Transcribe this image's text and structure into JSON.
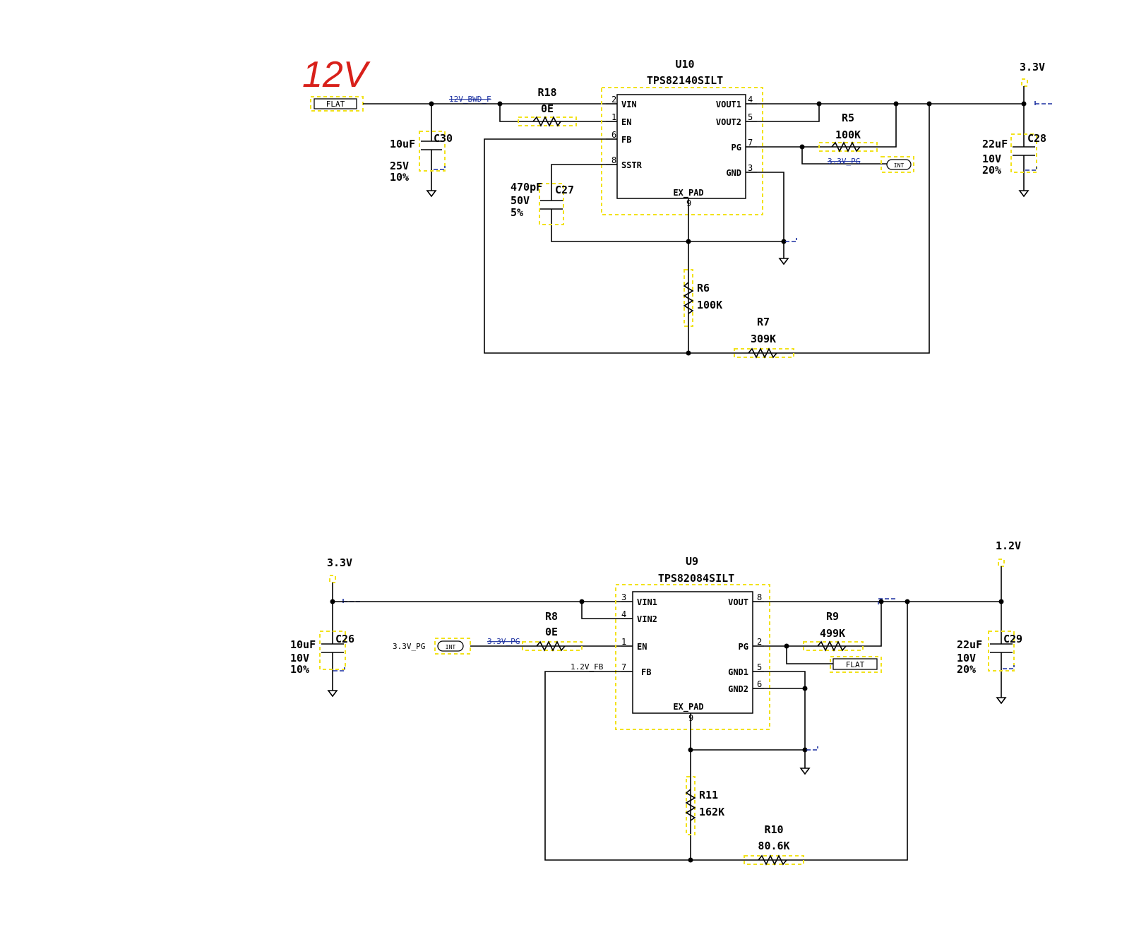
{
  "annotation": {
    "text": "12V",
    "color": "#d8201a"
  },
  "colors": {
    "wire": "#000000",
    "selection": "#f2e21b",
    "net_label": "#1a2fa0"
  },
  "top_circuit": {
    "ic": {
      "ref": "U10",
      "part": "TPS82140SILT",
      "pins_left": [
        {
          "num": "2",
          "name": "VIN"
        },
        {
          "num": "1",
          "name": "EN"
        },
        {
          "num": "6",
          "name": "FB"
        },
        {
          "num": "8",
          "name": "SSTR"
        }
      ],
      "pins_right": [
        {
          "num": "4",
          "name": "VOUT1"
        },
        {
          "num": "5",
          "name": "VOUT2"
        },
        {
          "num": "7",
          "name": "PG"
        },
        {
          "num": "3",
          "name": "GND"
        }
      ],
      "pad": {
        "num": "9",
        "name": "EX_PAD"
      }
    },
    "input_connector": "FLAT",
    "input_net": "12V_BWD_F",
    "output_rail": "3.3V",
    "pg_connector": "INT",
    "pg_net": "3.3V_PG",
    "R18": {
      "ref": "R18",
      "value": "0E"
    },
    "R5": {
      "ref": "R5",
      "value": "100K"
    },
    "R6": {
      "ref": "R6",
      "value": "100K"
    },
    "R7": {
      "ref": "R7",
      "value": "309K"
    },
    "C30": {
      "ref": "C30",
      "value": "10uF",
      "voltage": "25V",
      "tol": "10%"
    },
    "C27": {
      "ref": "C27",
      "value": "470pF",
      "voltage": "50V",
      "tol": "5%"
    },
    "C28": {
      "ref": "C28",
      "value": "22uF",
      "voltage": "10V",
      "tol": "20%"
    }
  },
  "bottom_circuit": {
    "ic": {
      "ref": "U9",
      "part": "TPS82084SILT",
      "pins_left": [
        {
          "num": "3",
          "name": "VIN1"
        },
        {
          "num": "4",
          "name": "VIN2"
        },
        {
          "num": "1",
          "name": "EN"
        },
        {
          "num": "7",
          "name": "FB"
        }
      ],
      "pins_right": [
        {
          "num": "8",
          "name": "VOUT"
        },
        {
          "num": "2",
          "name": "PG"
        },
        {
          "num": "5",
          "name": "GND1"
        },
        {
          "num": "6",
          "name": "GND2"
        }
      ],
      "pad": {
        "num": "9",
        "name": "EX_PAD"
      }
    },
    "input_rail": "3.3V",
    "output_rail": "1.2V",
    "en_connector": "INT",
    "en_text": "3.3V_PG",
    "en_net": "3.3V_PG",
    "fb_net": "1.2V_FB",
    "pg_connector": "FLAT",
    "R8": {
      "ref": "R8",
      "value": "0E"
    },
    "R9": {
      "ref": "R9",
      "value": "499K"
    },
    "R10": {
      "ref": "R10",
      "value": "80.6K"
    },
    "R11": {
      "ref": "R11",
      "value": "162K"
    },
    "C26": {
      "ref": "C26",
      "value": "10uF",
      "voltage": "10V",
      "tol": "10%"
    },
    "C29": {
      "ref": "C29",
      "value": "22uF",
      "voltage": "10V",
      "tol": "20%"
    }
  }
}
